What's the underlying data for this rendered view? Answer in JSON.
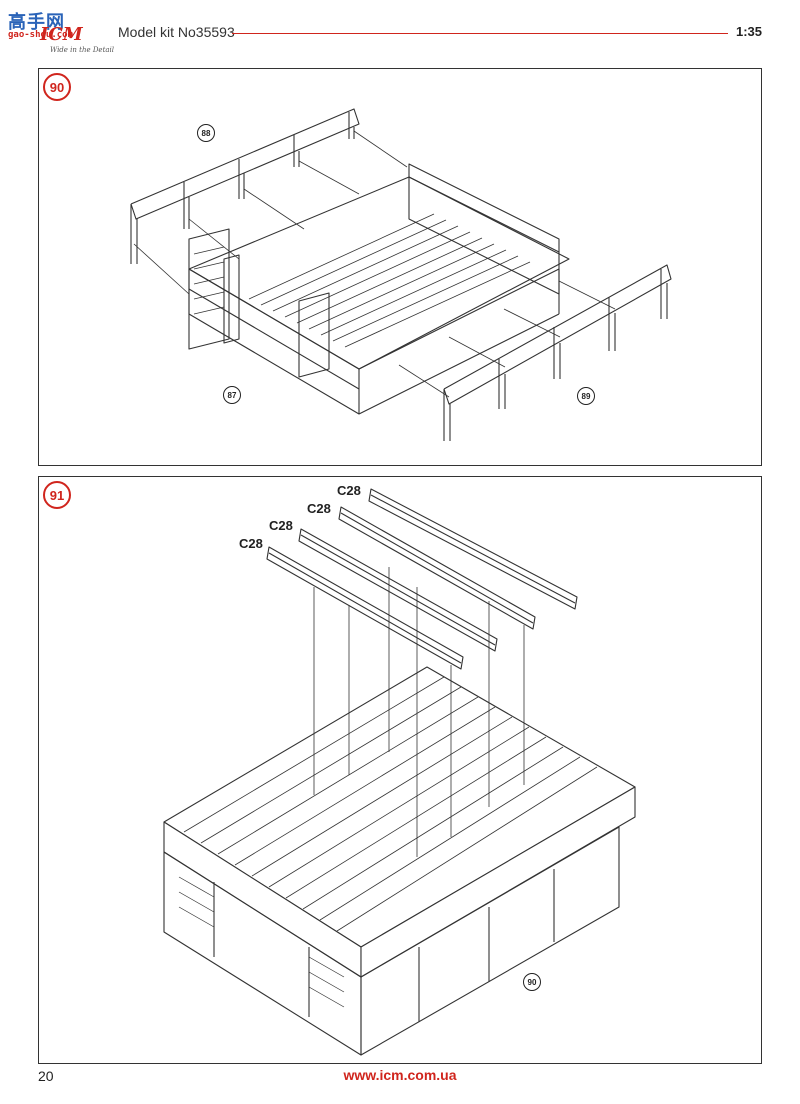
{
  "header": {
    "logo_top": "高手网",
    "logo_site": "gao-shou.com",
    "logo_brand": "ICM",
    "logo_tagline": "Wide in the Detail",
    "kit_title": "Model kit No35593",
    "scale": "1:35",
    "accent_color": "#d0251d"
  },
  "steps": [
    {
      "number": "90",
      "parts": [
        "88",
        "87",
        "89"
      ]
    },
    {
      "number": "91",
      "part_labels": [
        "C28",
        "C28",
        "C28",
        "C28"
      ],
      "parts": [
        "90"
      ]
    }
  ],
  "footer": {
    "page_number": "20",
    "website": "www.icm.com.ua"
  }
}
